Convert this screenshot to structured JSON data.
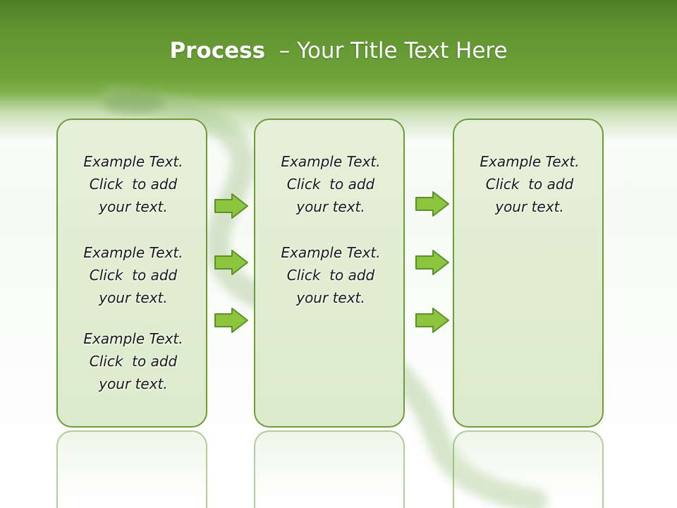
{
  "slide": {
    "title_bold": "Process",
    "title_rest": "  – Your Title Text Here",
    "colors": {
      "header_green": "#5f9430",
      "box_border": "#6e9b3a",
      "box_fill": "#e2eed3",
      "arrow_fill": "#8cc63e"
    },
    "columns": [
      {
        "items": [
          "Example Text.\nClick  to add\nyour text.",
          "Example Text.\nClick  to add\nyour text.",
          "Example Text.\nClick  to add\nyour text."
        ]
      },
      {
        "items": [
          "Example Text.\nClick  to add\nyour text.",
          "Example Text.\nClick  to add\nyour text."
        ]
      },
      {
        "items": [
          "Example Text.\nClick  to add\nyour text."
        ]
      }
    ]
  }
}
